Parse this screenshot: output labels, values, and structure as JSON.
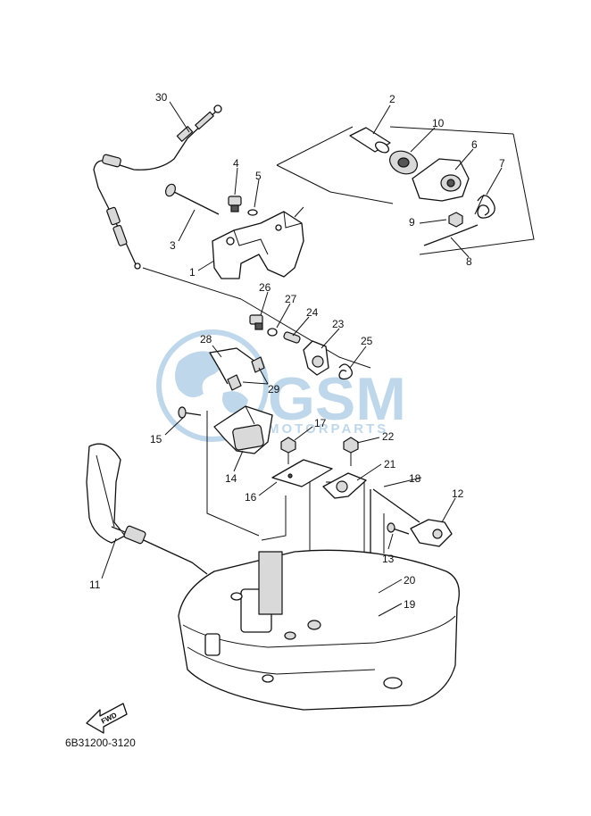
{
  "diagram": {
    "drawing_code": "6B31200-3120",
    "fwd_label": "FWD",
    "watermark": {
      "main": "GSM",
      "sub": "MOTORPARTS",
      "color": "#8ab8dc"
    },
    "callouts": [
      "1",
      "2",
      "3",
      "4",
      "5",
      "6",
      "7",
      "8",
      "9",
      "10",
      "11",
      "12",
      "13",
      "14",
      "15",
      "16",
      "17",
      "18",
      "19",
      "20",
      "21",
      "22",
      "23",
      "24",
      "25",
      "26",
      "27",
      "28",
      "29",
      "30"
    ]
  }
}
